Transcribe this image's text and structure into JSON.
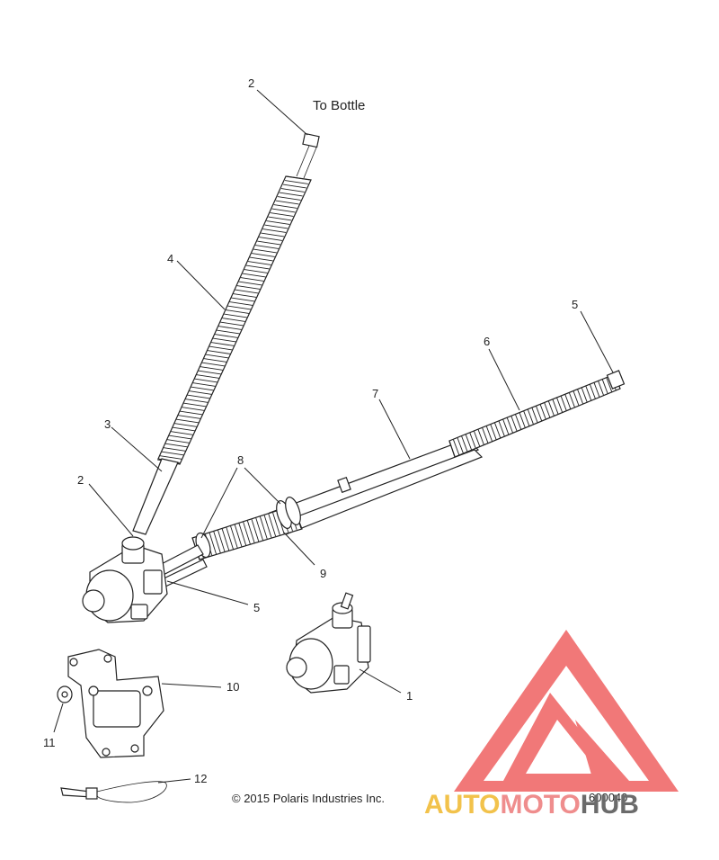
{
  "diagram": {
    "note": "To Bottle",
    "callouts": [
      "2",
      "4",
      "3",
      "2",
      "8",
      "7",
      "6",
      "5",
      "9",
      "5",
      "10",
      "1",
      "11",
      "12"
    ],
    "copyright": "© 2015 Polaris Industries Inc.",
    "figure_number": "600040"
  },
  "watermark": {
    "part1": "AUTO",
    "part2": "MOTO",
    "part3": "HUB",
    "colors": {
      "triangle": "#ef6f6f",
      "auto": "#f2c24b",
      "moto": "#ef8d8d",
      "hub": "#6b6b6b"
    }
  }
}
